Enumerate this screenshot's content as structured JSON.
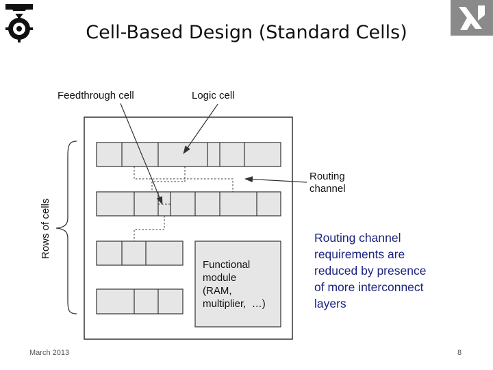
{
  "slide": {
    "title": "Cell-Based Design (Standard Cells)",
    "footer_date": "March 2013",
    "page_number": "8"
  },
  "diagram": {
    "labels": {
      "feedthrough_cell": "Feedthrough cell",
      "logic_cell": "Logic cell",
      "routing_line1": "Routing",
      "routing_line2": "channel",
      "rows_of_cells": "Rows of cells"
    },
    "functional_module": [
      "Functional",
      "module",
      "(RAM,",
      "multiplier,  …)"
    ]
  },
  "note": {
    "lines": [
      "Routing channel",
      "requirements are",
      "reduced by presence",
      "of more interconnect",
      "layers"
    ]
  },
  "colors": {
    "note_text": "#1a237e",
    "cell_fill": "#e6e6e6",
    "outline": "#333333",
    "logo_gray": "#8a8a8a"
  }
}
